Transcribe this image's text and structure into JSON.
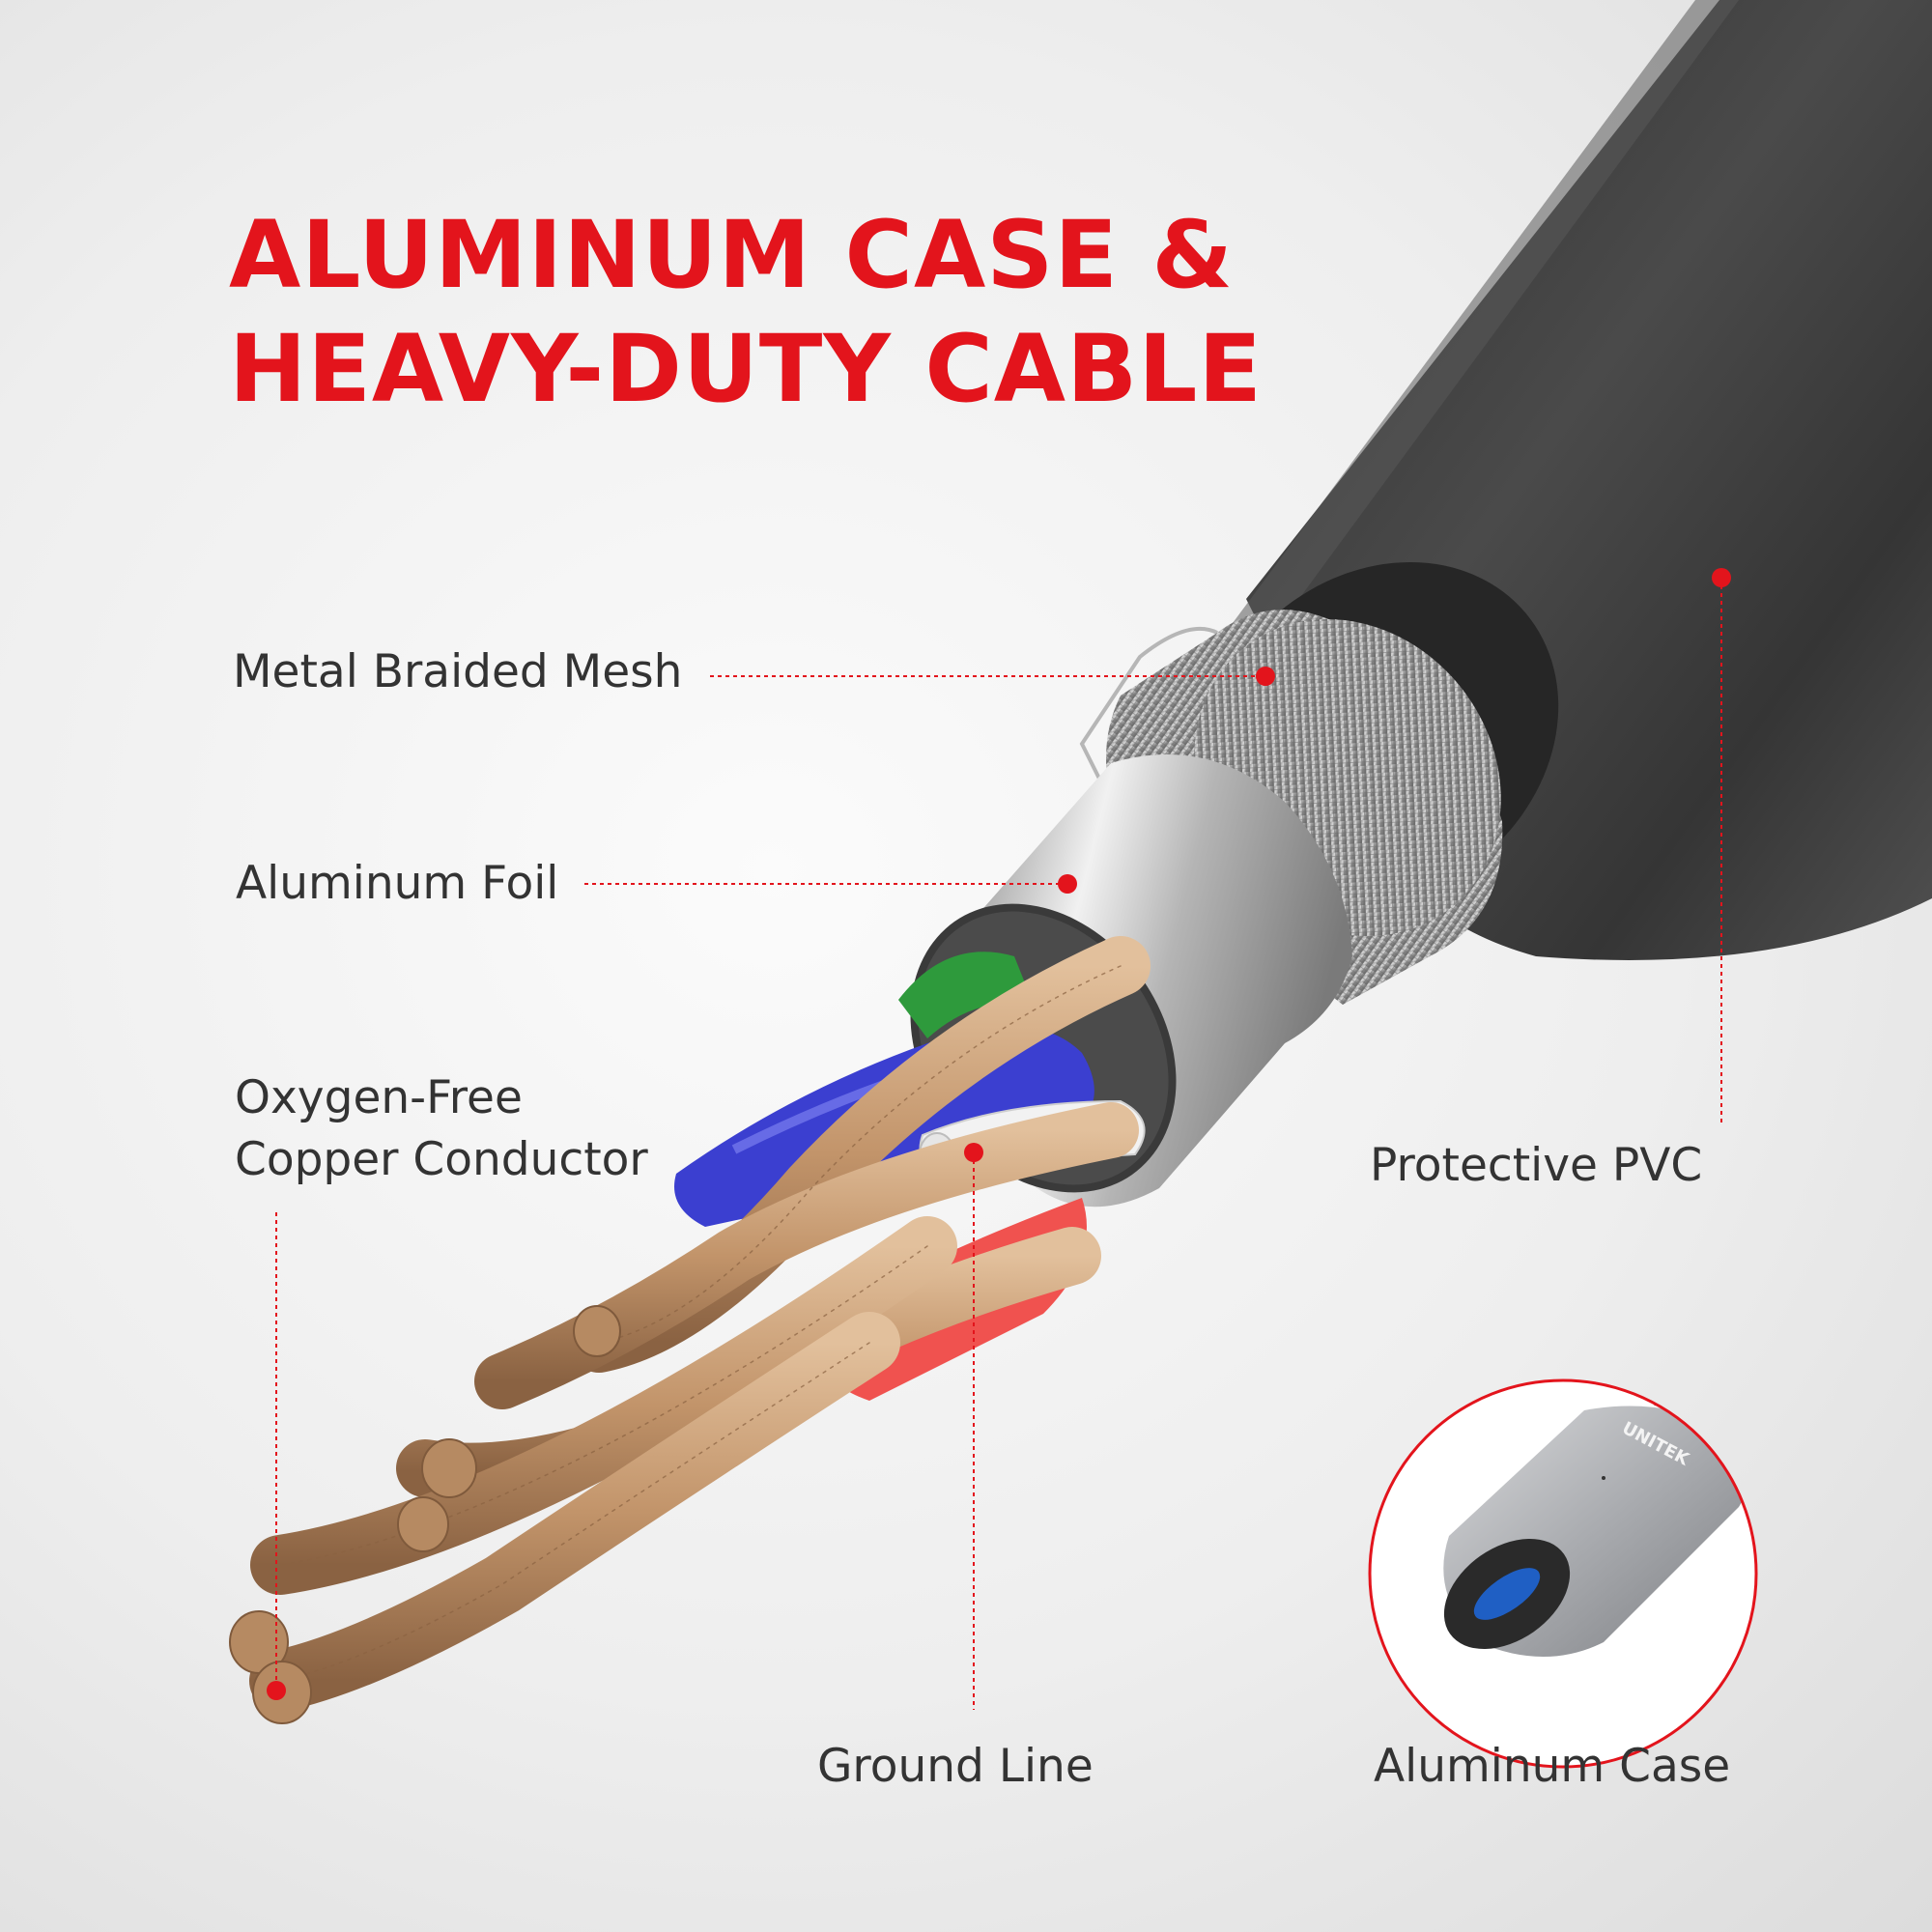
{
  "title": {
    "line1": "ALUMINUM CASE &",
    "line2": "HEAVY-DUTY CABLE"
  },
  "labels": {
    "metal_braided_mesh": "Metal Braided Mesh",
    "aluminum_foil": "Aluminum Foil",
    "conductor_line1": "Oxygen-Free",
    "conductor_line2": "Copper Conductor",
    "protective_pvc": "Protective PVC",
    "ground_line": "Ground Line",
    "aluminum_case": "Aluminum Case"
  },
  "product": {
    "brand": "UNITEK"
  },
  "colors": {
    "accent": "#e3141c",
    "text": "#333333",
    "jacket": "#3c3c3c",
    "copper": "#c49a72",
    "wire_blue": "#3b3fd0",
    "wire_red": "#f0524f",
    "wire_green": "#2e9a3c",
    "wire_white": "#f2f2f2"
  }
}
